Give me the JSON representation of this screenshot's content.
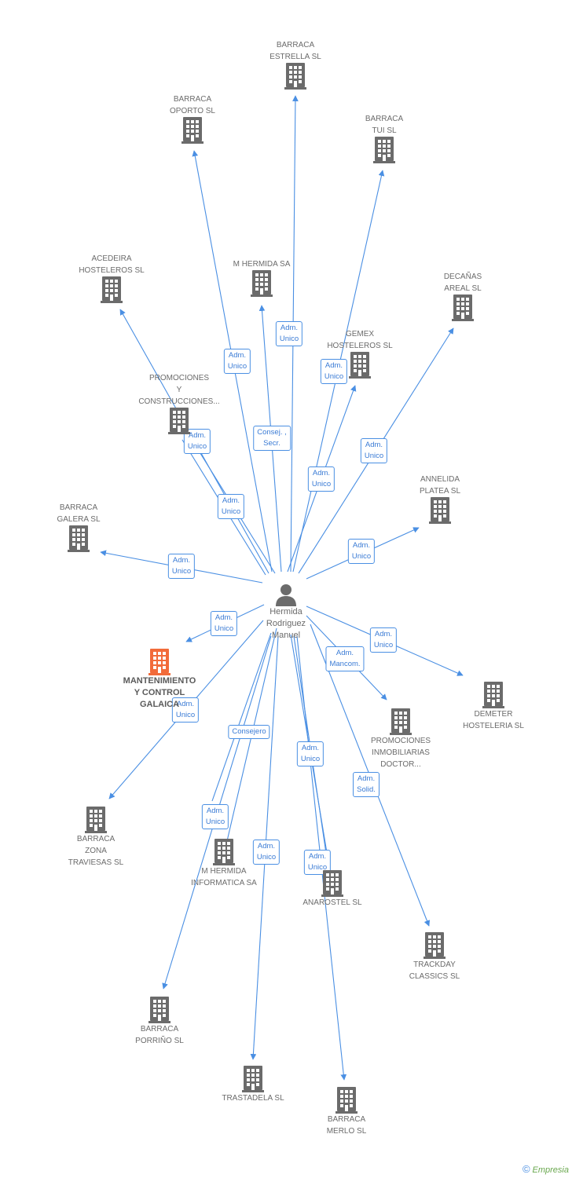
{
  "center": {
    "name": "Hermida\nRodriguez\nManuel"
  },
  "companies": [
    {
      "id": "estrella",
      "name": "BARRACA\nESTRELLA SL"
    },
    {
      "id": "oporto",
      "name": "BARRACA\nOPORTO SL"
    },
    {
      "id": "tui",
      "name": "BARRACA\nTUI SL"
    },
    {
      "id": "acedeira",
      "name": "ACEDEIRA\nHOSTELEROS SL"
    },
    {
      "id": "mhermida",
      "name": "M HERMIDA SA"
    },
    {
      "id": "decanas",
      "name": "DECAÑAS\nAREAL SL"
    },
    {
      "id": "gemex",
      "name": "GEMEX\nHOSTELEROS SL"
    },
    {
      "id": "promociones",
      "name": "PROMOCIONES\nY\nCONSTRUCCIONES..."
    },
    {
      "id": "annelida",
      "name": "ANNELIDA\nPLATEA SL"
    },
    {
      "id": "galera",
      "name": "BARRACA\nGALERA SL"
    },
    {
      "id": "mantenimiento",
      "name": "MANTENIMIENTO\nY CONTROL\nGALAICA",
      "highlight": true
    },
    {
      "id": "demeter",
      "name": "DEMETER\nHOSTELERIA SL"
    },
    {
      "id": "promdoctor",
      "name": "PROMOCIONES\nINMOBILIARIAS\nDOCTOR..."
    },
    {
      "id": "zona",
      "name": "BARRACA\nZONA\nTRAVIESAS SL"
    },
    {
      "id": "informatica",
      "name": "M HERMIDA\nINFORMATICA SA"
    },
    {
      "id": "anarostel",
      "name": "ANAROSTEL SL"
    },
    {
      "id": "trackday",
      "name": "TRACKDAY\nCLASSICS SL"
    },
    {
      "id": "porrino",
      "name": "BARRACA\nPORRIÑO SL"
    },
    {
      "id": "trastadela",
      "name": "TRASTADELA SL"
    },
    {
      "id": "merlo",
      "name": "BARRACA\nMERLO SL"
    }
  ],
  "relations": [
    {
      "target": "estrella",
      "label": "Adm.\nUnico"
    },
    {
      "target": "oporto",
      "label": "Adm.\nUnico"
    },
    {
      "target": "tui",
      "label": "Adm.\nUnico"
    },
    {
      "target": "acedeira",
      "label": "Adm.\nUnico"
    },
    {
      "target": "mhermida",
      "label": "Consej. ,\nSecr."
    },
    {
      "target": "decanas",
      "label": "Adm.\nUnico"
    },
    {
      "target": "gemex",
      "label": "Adm.\nUnico"
    },
    {
      "target": "promociones",
      "label": "Adm.\nUnico"
    },
    {
      "target": "annelida",
      "label": "Adm.\nUnico"
    },
    {
      "target": "galera",
      "label": "Adm.\nUnico"
    },
    {
      "target": "mantenimiento",
      "label": "Adm.\nUnico"
    },
    {
      "target": "demeter",
      "label": "Adm.\nUnico"
    },
    {
      "target": "promdoctor",
      "label": "Adm.\nMancom."
    },
    {
      "target": "zona",
      "label": "Adm.\nUnico"
    },
    {
      "target": "informatica",
      "label": "Consejero"
    },
    {
      "target": "anarostel",
      "label": "Adm.\nUnico"
    },
    {
      "target": "trackday",
      "label": "Adm.\nSolid."
    },
    {
      "target": "porrino",
      "label": "Adm.\nUnico"
    },
    {
      "target": "trastadela",
      "label": "Adm.\nUnico"
    },
    {
      "target": "merlo",
      "label": "Adm.\nUnico"
    }
  ],
  "colors": {
    "edge": "#4a8fe3",
    "building": "#6b6b6b",
    "highlight": "#f26b3a"
  },
  "footer": {
    "copyright": "©",
    "brand": "Empresia"
  }
}
